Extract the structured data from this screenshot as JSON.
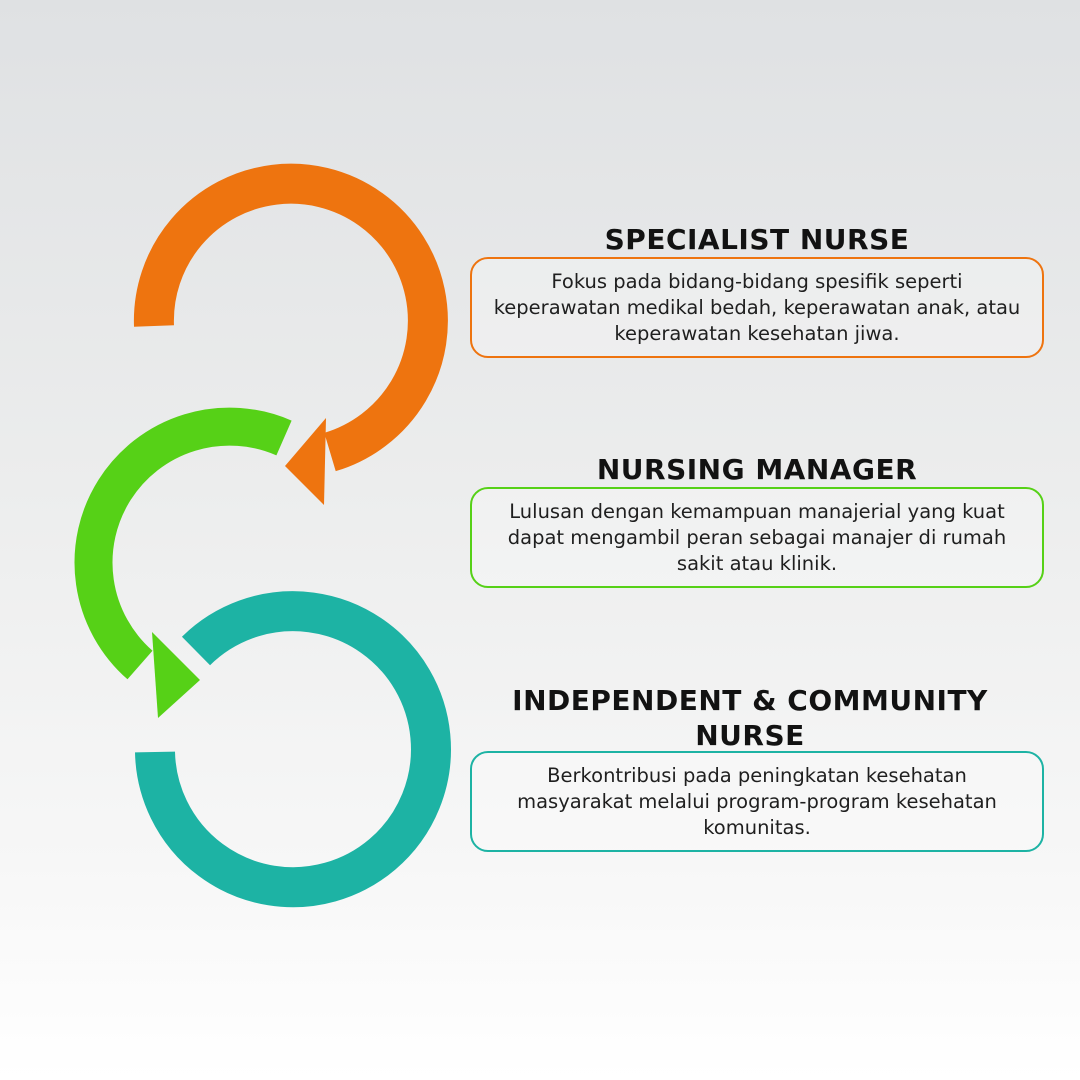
{
  "colors": {
    "orange": "#ee740f",
    "green": "#56d117",
    "teal": "#1db3a4"
  },
  "steps": [
    {
      "title": "SPECIALIST NURSE",
      "description": "Fokus pada bidang-bidang spesifik seperti keperawatan medikal bedah, keperawatan anak, atau keperawatan kesehatan jiwa.",
      "color": "#ee740f"
    },
    {
      "title": "NURSING MANAGER",
      "description": "Lulusan dengan kemampuan manajerial yang kuat dapat mengambil peran sebagai manajer di rumah sakit atau klinik.",
      "color": "#56d117"
    },
    {
      "title": "INDEPENDENT & COMMUNITY NURSE",
      "description": "Berkontribusi pada peningkatan kesehatan masyarakat melalui program-program kesehatan komunitas.",
      "color": "#1db3a4"
    }
  ]
}
